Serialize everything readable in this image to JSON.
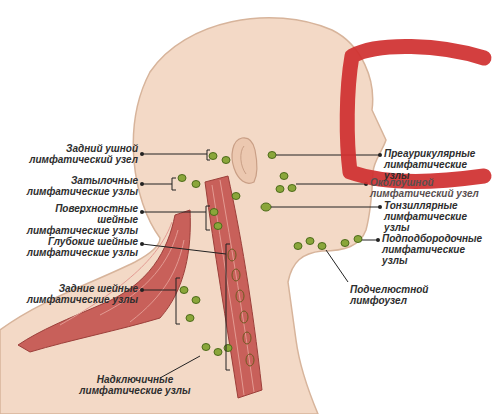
{
  "diagram": {
    "labels": [
      "Задний ушной лимфатический узел",
      "Затылочные лимфатические узлы",
      "Поверхностные шейные лимфатические узлы",
      "Глубокие шейные лимфатические узлы",
      "Задние шейные лимфатические узлы",
      "Надключичные лимфатические узлы",
      "Преаурикулярные лимфатические узлы",
      "Околоушной лимфатический узел",
      "Тонзиллярные лимфатические узлы",
      "Подподбородочные лимфатические узлы",
      "Подчелюстной лимфоузел"
    ]
  }
}
